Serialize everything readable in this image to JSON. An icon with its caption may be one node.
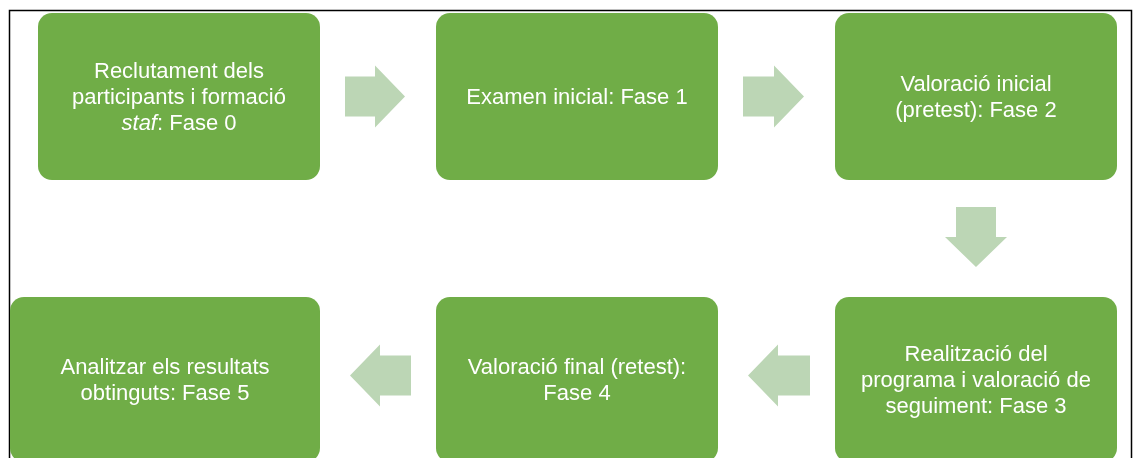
{
  "diagram": {
    "nodes": [
      {
        "text": [
          "Reclutament dels participants i formació *staf*: Fase 0"
        ]
      },
      {
        "text": [
          "Examen inicial: Fase 1"
        ]
      },
      {
        "text": [
          "Valoració inicial (pretest): Fase 2"
        ]
      },
      {
        "text": [
          "Realització del programa i valoració de seguiment: Fase 3"
        ]
      },
      {
        "text": [
          "Valoració final (retest): Fase 4"
        ]
      },
      {
        "text": [
          "Analitzar els resultats obtinguts: Fase 5"
        ]
      }
    ],
    "edges": [
      {
        "from": 0,
        "to": 1,
        "arrow": "to"
      },
      {
        "from": 1,
        "to": 2,
        "arrow": "to"
      },
      {
        "from": 2,
        "to": 3,
        "arrow": "to"
      },
      {
        "from": 3,
        "to": 4,
        "arrow": "to"
      },
      {
        "from": 4,
        "to": 5,
        "arrow": "to"
      }
    ]
  }
}
